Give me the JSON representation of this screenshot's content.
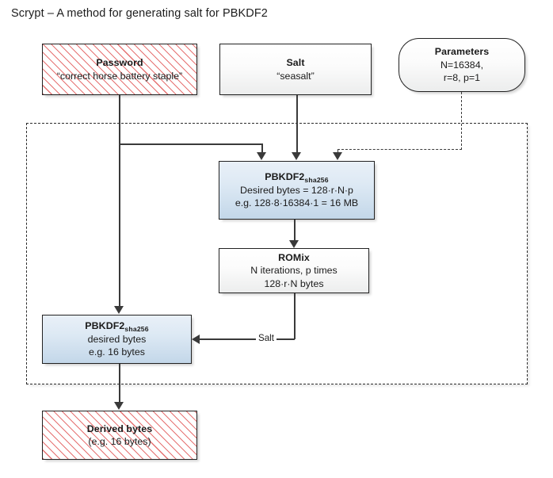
{
  "title": "Scrypt – A method for generating salt for PBKDF2",
  "nodes": {
    "password": {
      "name": "Password",
      "value": "“correct horse battery staple”",
      "fill": "#ffffff",
      "hatch_color": "#e46a6a"
    },
    "salt": {
      "name": "Salt",
      "value": "“seasalt”",
      "fill": "#f4f5f5"
    },
    "parameters": {
      "name": "Parameters",
      "line1": "N=16384,",
      "line2": "r=8, p=1",
      "fill": "#f4f5f5"
    },
    "pbkdf2_top": {
      "name": "PBKDF2",
      "subscript": "sha256",
      "line1": "Desired bytes = 128·r·N·p",
      "line2": "e.g. 128·8·16384·1 = 16 MB",
      "fill": "#cfdfee"
    },
    "romix": {
      "name": "ROMix",
      "line1": "N iterations, p times",
      "line2": "128·r·N bytes",
      "fill": "#f4f5f5"
    },
    "pbkdf2_bottom": {
      "name": "PBKDF2",
      "subscript": "sha256",
      "line1": "desired bytes",
      "line2": "e.g. 16 bytes",
      "fill": "#cfdfee"
    },
    "derived": {
      "name": "Derived bytes",
      "value": "(e.g. 16 bytes)",
      "fill": "#ffffff",
      "hatch_color": "#e46a6a"
    }
  },
  "edges": {
    "salt_label": "Salt"
  }
}
